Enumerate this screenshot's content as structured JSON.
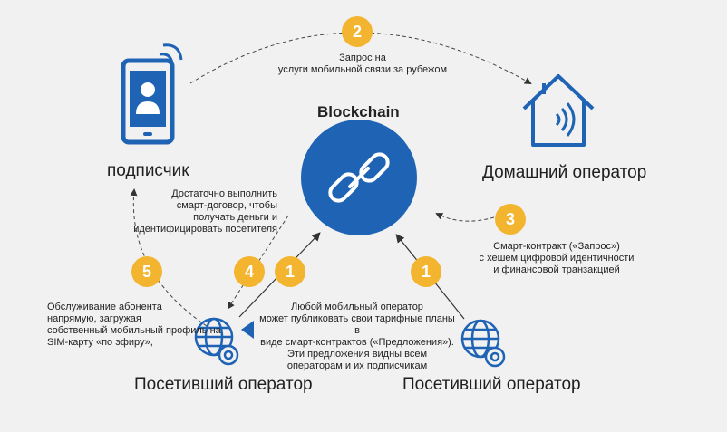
{
  "blockchain": {
    "title": "Blockchain"
  },
  "nodes": {
    "subscriber": "подписчик",
    "home_operator": "Домашний оператор",
    "visited_operator_left": "Посетивший оператор",
    "visited_operator_right": "Посетивший оператор"
  },
  "steps": [
    {
      "number": "1",
      "text": "Любой мобильный оператор может публиковать свои тарифные планы в виде смарт-контрактов («Предложения»). Эти предложения видны всем операторам и их подписчикам"
    },
    {
      "number": "1"
    },
    {
      "number": "2",
      "text": "Запрос на услуги мобильной связи за рубежом"
    },
    {
      "number": "3",
      "text": "Смарт-контракт («Запрос») с хешем цифровой идентичности и финансовой транзакцией"
    },
    {
      "number": "4",
      "text": "Достаточно выполнить смарт-договор, чтобы получать деньги и идентифицировать посетителя"
    },
    {
      "number": "5",
      "text": "Обслуживание абонента напрямую, загружая собственный мобильный профиль на SIM-карту «по эфиру»,"
    }
  ],
  "text_lines": {
    "step2": [
      "Запрос на",
      "услуги мобильной связи за рубежом"
    ],
    "step3": [
      "Смарт-контракт («Запрос»)",
      "с хешем цифровой идентичности",
      "и финансовой транзакцией"
    ],
    "step4": [
      "Достаточно выполнить",
      "смарт-договор, чтобы",
      "получать деньги и",
      "идентифицировать посетителя"
    ],
    "step5": [
      "Обслуживание абонента",
      "напрямую, загружая",
      "собственный мобильный профиль на",
      "SIM-карту «по эфиру»,"
    ],
    "step1": [
      "Любой мобильный оператор",
      "может публиковать свои тарифные планы в",
      "виде смарт-контрактов («Предложения»).",
      "Эти предложения видны всем",
      "операторам и их подписчикам"
    ]
  },
  "colors": {
    "accent_blue": "#1f63b5",
    "badge_yellow": "#f3b52f",
    "background": "#f1f1f1",
    "arrow": "#333333"
  },
  "icons": [
    "phone-icon",
    "home-wifi-icon",
    "chain-link-icon",
    "globe-gear-icon"
  ]
}
